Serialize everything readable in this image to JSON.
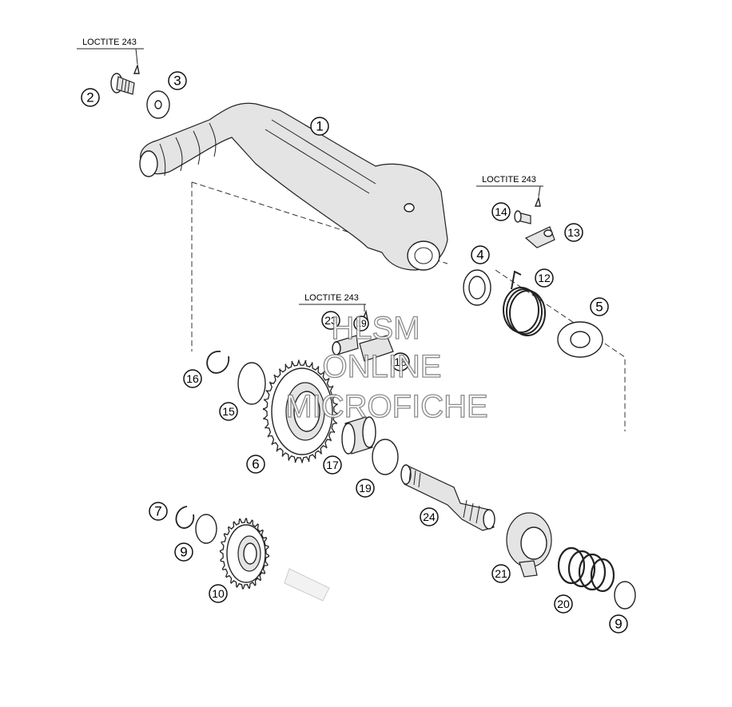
{
  "diagram": {
    "loctite": [
      "LOCTITE 243",
      "LOCTITE 243",
      "LOCTITE 243"
    ],
    "callouts": [
      "1",
      "2",
      "3",
      "4",
      "5",
      "6",
      "7",
      "9",
      "10",
      "12",
      "13",
      "14",
      "15",
      "16",
      "17",
      "19",
      "9",
      "20",
      "21",
      "24",
      "18",
      "19",
      "23"
    ],
    "watermark": [
      "HLSM",
      "ONLINE",
      "MICROFICHE"
    ]
  }
}
